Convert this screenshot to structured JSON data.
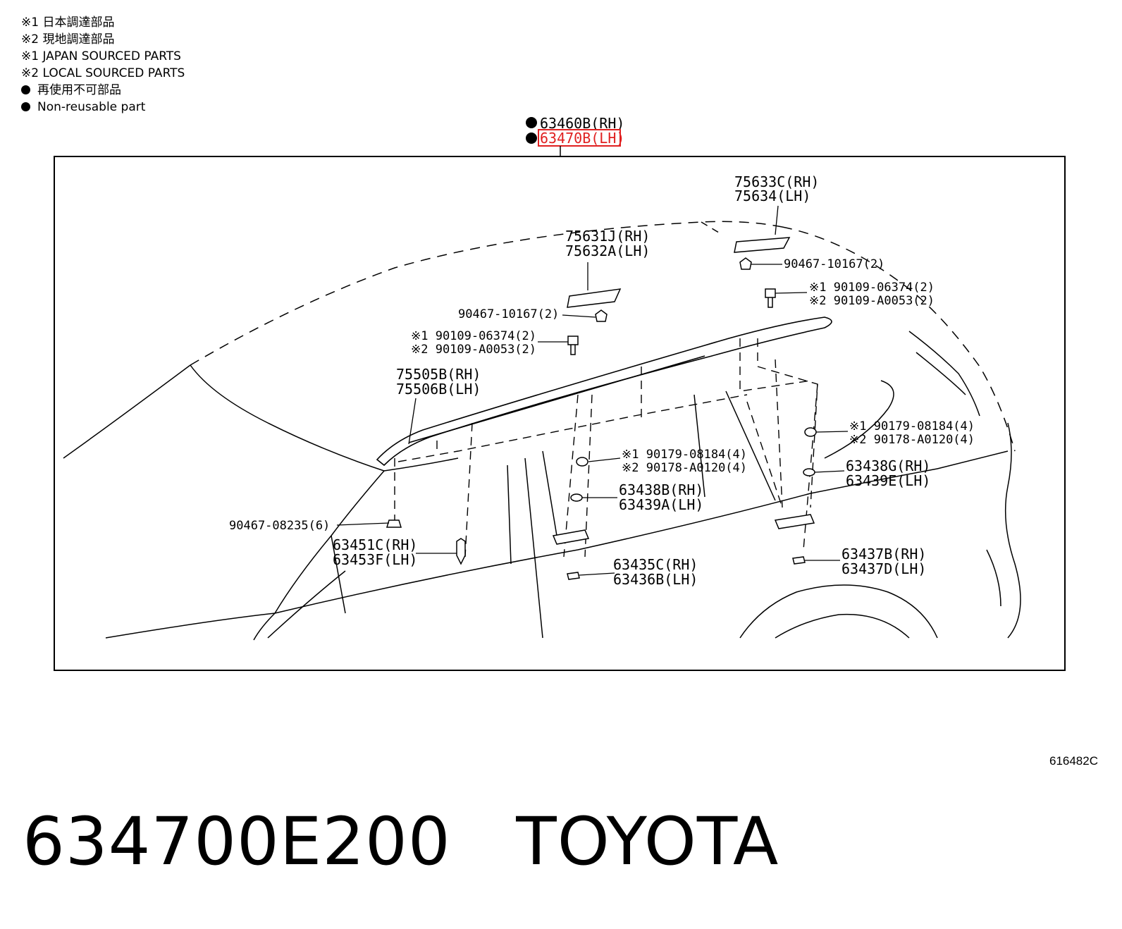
{
  "legend": {
    "jp_sourced_jp": "※1 日本調達部品",
    "local_sourced_jp": "※2 現地調達部品",
    "jp_sourced_en": "※1 JAPAN SOURCED PARTS",
    "local_sourced_en": "※2 LOCAL SOURCED PARTS",
    "non_reusable_jp": "再使用不可部品",
    "non_reusable_en": "Non-reusable part"
  },
  "header_parts": {
    "rh": "63460B(RH)",
    "lh": "63470B(LH)",
    "highlight_color": "#e02020"
  },
  "labels": {
    "roof_end_cover": [
      "75633C(RH)",
      "75634(LH)"
    ],
    "front_cover": [
      "75631J(RH)",
      "75632A(LH)"
    ],
    "clip_a": "90467-10167(2)",
    "clip_b": "90467-10167(2)",
    "bolt_jp_a": "※1 90109-06374(2)",
    "bolt_loc_a": "※2 90109-A0053(2)",
    "bolt_jp_b": "※1 90109-06374(2)",
    "bolt_loc_b": "※2 90109-A0053(2)",
    "molding": [
      "75505B(RH)",
      "75506B(LH)"
    ],
    "nut_jp_a": "※1 90179-08184(4)",
    "nut_loc_a": "※2 90178-A0120(4)",
    "nut_jp_b": "※1 90179-08184(4)",
    "nut_loc_b": "※2 90178-A0120(4)",
    "washer_rear": [
      "63438G(RH)",
      "63439E(LH)"
    ],
    "washer_mid": [
      "63438B(RH)",
      "63439A(LH)"
    ],
    "clip_front": "90467-08235(6)",
    "stud_front": [
      "63451C(RH)",
      "63453F(LH)"
    ],
    "pad_mid": [
      "63435C(RH)",
      "63436B(LH)"
    ],
    "pad_rear": [
      "63437B(RH)",
      "63437D(LH)"
    ]
  },
  "ref_code": "616482C",
  "footer": {
    "part_number": "634700E200",
    "brand": "TOYOTA"
  }
}
